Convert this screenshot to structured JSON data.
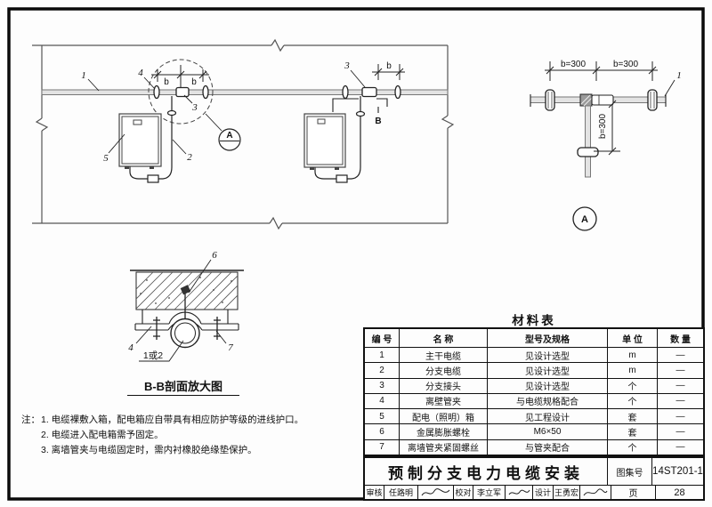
{
  "plan": {
    "c1": "1",
    "c2": "2",
    "c3": "3",
    "c4": "4",
    "c5": "5",
    "dim_b": "b",
    "section_letter": "B",
    "detail_letter": "A"
  },
  "detail_a": {
    "dim_h_left": "b=300",
    "dim_h_right": "b=300",
    "dim_v": "b=300",
    "callout_1": "1",
    "marker_letter": "A"
  },
  "section_bb": {
    "callout_4": "4",
    "callout_6": "6",
    "callout_7": "7",
    "cable_label": "1或2",
    "caption": "B-B剖面放大图"
  },
  "notes": {
    "prefix": "注：",
    "line1": "1. 电缆裸敷入箱，配电箱应自带具有相应防护等级的进线护口。",
    "line2": "2. 电缆进入配电箱需予固定。",
    "line3": "3. 离墙管夹与电缆固定时，需内衬橡胶绝缘垫保护。"
  },
  "materials": {
    "title": "材料表",
    "headers": [
      "编 号",
      "名 称",
      "型号及规格",
      "单 位",
      "数 量"
    ],
    "rows": [
      [
        "1",
        "主干电缆",
        "见设计选型",
        "m",
        "—"
      ],
      [
        "2",
        "分支电缆",
        "见设计选型",
        "m",
        "—"
      ],
      [
        "3",
        "分支接头",
        "见设计选型",
        "个",
        "—"
      ],
      [
        "4",
        "离壁管夹",
        "与电缆规格配合",
        "个",
        "—"
      ],
      [
        "5",
        "配电（照明）箱",
        "见工程设计",
        "套",
        "—"
      ],
      [
        "6",
        "金属膨胀螺栓",
        "M6×50",
        "套",
        "—"
      ],
      [
        "7",
        "离墙管夹紧固螺丝",
        "与管夹配合",
        "个",
        "—"
      ]
    ]
  },
  "titleblock": {
    "title": "预制分支电力电缆安装",
    "atlas_label": "图集号",
    "atlas_no": "14ST201-1",
    "page_label": "页",
    "page_no": "28",
    "review_label": "审核",
    "review_name": "任路明",
    "check_label": "校对",
    "check_name": "李立军",
    "design_label": "设计",
    "design_name": "王勇宏"
  },
  "colors": {
    "line_dark": "#1a1a1a",
    "line_gray": "#777777",
    "cable_fill": "#e3e3e3"
  }
}
